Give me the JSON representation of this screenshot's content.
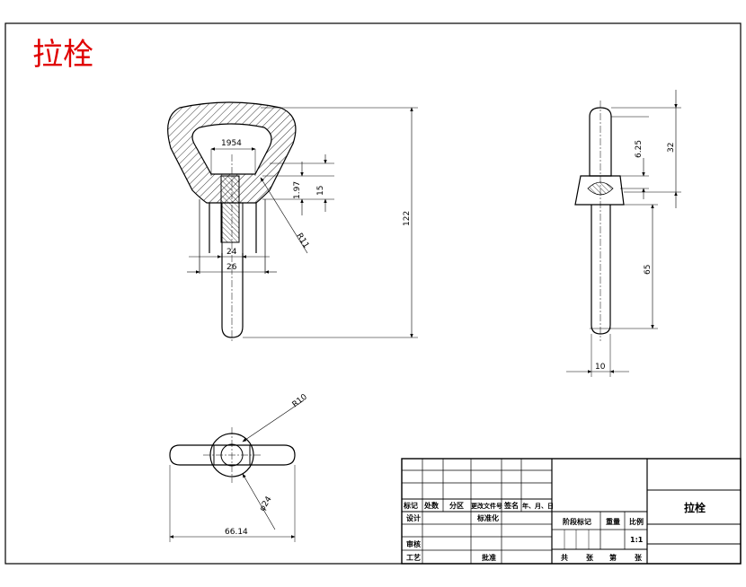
{
  "drawing": {
    "title": "拉栓",
    "title_color": "#e00000",
    "line_color": "#000000",
    "hatch_color": "#000000"
  },
  "front_view": {
    "dims": {
      "inner_width": "1954",
      "gap_small": "1.97",
      "gap_15": "15",
      "radius": "R11",
      "width_24": "24",
      "width_26": "26",
      "height_total": "122"
    }
  },
  "side_view": {
    "dims": {
      "d_625": "6.25",
      "d_32": "32",
      "d_65": "65",
      "d_10": "10"
    }
  },
  "top_view": {
    "dims": {
      "radius": "R10",
      "diameter": "φ24",
      "width": "66.14"
    }
  },
  "title_block": {
    "header_labels": [
      "标记",
      "处数",
      "分区",
      "更改文件号",
      "签名",
      "年、月、日"
    ],
    "row_labels": {
      "design": "设计",
      "standardize": "标准化",
      "review": "审核",
      "process": "工艺",
      "approve": "批准"
    },
    "stage_label": "阶段标记",
    "weight_label": "重量",
    "scale_label": "比例",
    "scale_value": "1:1",
    "sheet_labels": [
      "共",
      "张",
      "第",
      "张"
    ],
    "part_name": "拉栓"
  }
}
